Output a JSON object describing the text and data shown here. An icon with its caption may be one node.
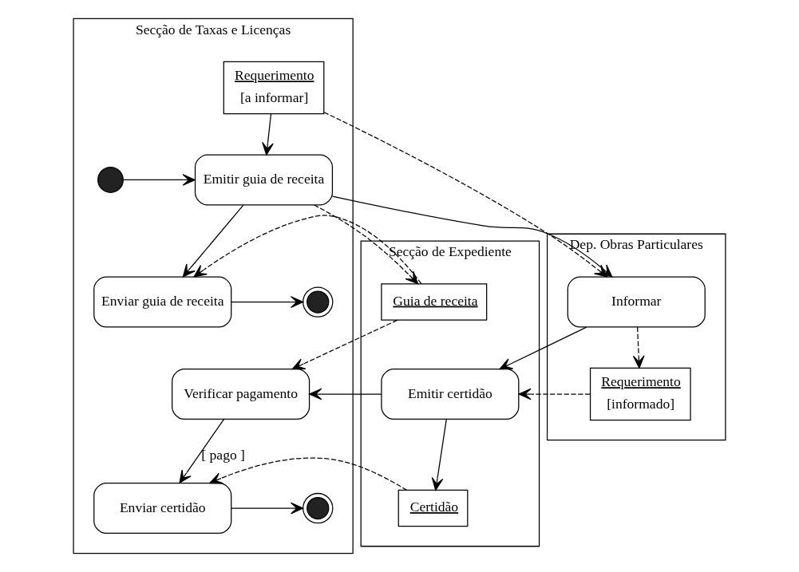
{
  "diagram": {
    "nodes": [
      {
        "text": [
          "Secção de Taxas e Licenças"
        ]
      },
      {
        "text": [
          "Secção de Expediente"
        ]
      },
      {
        "text": [
          "Dep. Obras Particulares"
        ]
      },
      {
        "text": [
          "Requerimento",
          "[a informar]"
        ],
        "in": 0
      },
      {
        "text": [],
        "shape": "circle",
        "in": 0
      },
      {
        "text": [
          "Emitir guia de receita"
        ],
        "in": 0
      },
      {
        "text": [],
        "shape": "circle",
        "in": 0
      },
      {
        "text": [
          "Enviar guia de receita"
        ],
        "in": 0
      },
      {
        "text": [
          "Verificar pagamento"
        ],
        "in": 0
      },
      {
        "text": [],
        "shape": "circle",
        "in": 0
      },
      {
        "text": [
          "Enviar certidão"
        ],
        "in": 0
      },
      {
        "text": [
          "Guia de receita"
        ],
        "in": 1
      },
      {
        "text": [
          "Emitir certidão"
        ],
        "in": 1
      },
      {
        "text": [
          "Certidão"
        ],
        "in": 1
      },
      {
        "text": [
          "Informar"
        ],
        "in": 2
      },
      {
        "text": [
          "Requerimento",
          "[informado]"
        ],
        "in": 2
      }
    ],
    "edges": [
      {
        "from": 3,
        "to": 5,
        "arrow": "to"
      },
      {
        "from": 3,
        "to": 14,
        "arrow": "to",
        "style": "dashed"
      },
      {
        "from": 4,
        "to": 5,
        "arrow": "to"
      },
      {
        "from": 5,
        "to": 14,
        "arrow": "to"
      },
      {
        "from": 5,
        "to": 7,
        "arrow": "to"
      },
      {
        "from": 5,
        "to": 11,
        "arrow": "to",
        "style": "dashed"
      },
      {
        "from": 11,
        "to": 7,
        "arrow": "to",
        "style": "dashed"
      },
      {
        "from": 11,
        "to": 8,
        "arrow": "to",
        "style": "dashed"
      },
      {
        "from": 7,
        "to": 6,
        "arrow": "to"
      },
      {
        "from": 14,
        "to": 12,
        "arrow": "to"
      },
      {
        "from": 14,
        "to": 15,
        "arrow": "to",
        "style": "dashed"
      },
      {
        "from": 15,
        "to": 12,
        "arrow": "to",
        "style": "dashed"
      },
      {
        "from": 12,
        "to": 8,
        "arrow": "to"
      },
      {
        "from": 8,
        "to": 10,
        "arrow": "to",
        "label": "[ pago ]"
      },
      {
        "from": 12,
        "to": 13,
        "arrow": "to"
      },
      {
        "from": 13,
        "to": 10,
        "arrow": "to",
        "style": "dashed"
      },
      {
        "from": 10,
        "to": 9,
        "arrow": "to"
      }
    ]
  }
}
